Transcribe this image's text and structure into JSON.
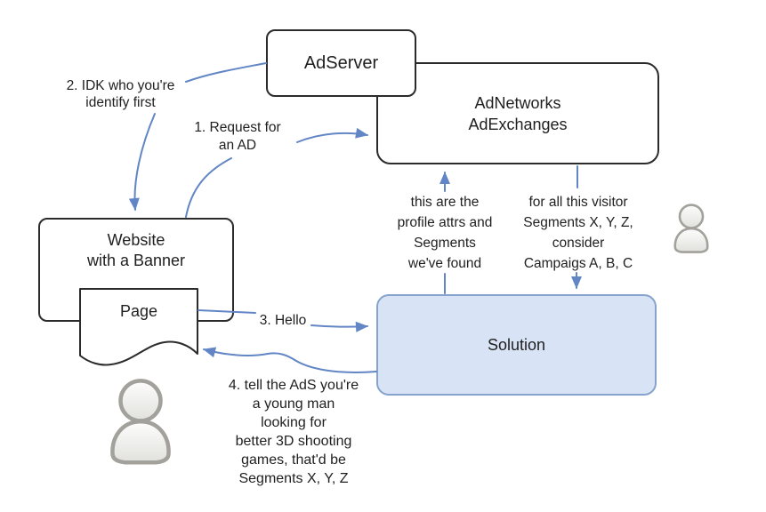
{
  "nodes": {
    "adserver": {
      "label": "AdServer"
    },
    "adnetworks": {
      "lines": [
        "AdNetworks",
        "AdExchanges"
      ]
    },
    "website": {
      "lines": [
        "Website",
        "with a Banner"
      ]
    },
    "page": {
      "label": "Page"
    },
    "solution": {
      "label": "Solution"
    }
  },
  "annotations": {
    "step1": {
      "lines": [
        "1. Request for",
        "an AD"
      ]
    },
    "step2": {
      "lines": [
        "2. IDK who you're",
        "identify first"
      ]
    },
    "step3": {
      "lines": [
        "3. Hello"
      ]
    },
    "step4": {
      "lines": [
        "4. tell the AdS you're",
        "a young man",
        "looking for",
        "better 3D shooting",
        "games, that'd be",
        "Segments X, Y, Z"
      ]
    },
    "profile_found": {
      "lines": [
        "this are the",
        "profile attrs and",
        "Segments",
        "we've found"
      ]
    },
    "visitor_segments": {
      "lines": [
        "for all this visitor",
        "Segments X, Y, Z,",
        "consider",
        "Campaigs A, B, C"
      ]
    }
  },
  "icons": {
    "right_user": "person-icon",
    "bottom_user": "person-icon"
  },
  "colors": {
    "connector": "#6286c5",
    "solution_fill": "#d8e4f6",
    "solution_border": "#85a3cd",
    "box_border": "#2b2b2b",
    "background": "#ffffff",
    "text": "#1f1f1f"
  }
}
